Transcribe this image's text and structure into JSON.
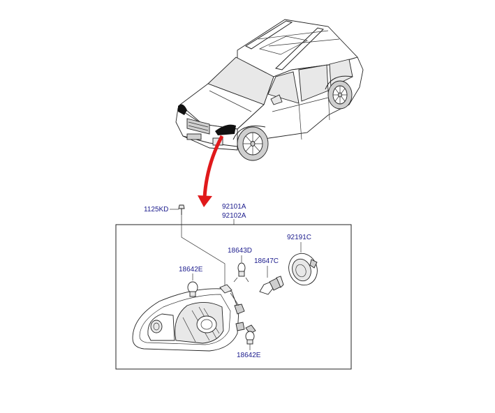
{
  "labels": {
    "bolt": "1125KD",
    "assembly_lh": "92101A",
    "assembly_rh": "92102A",
    "cap": "92191C",
    "bulb_position": "18643D",
    "bulb_main": "18647C",
    "bulb_signal_upper": "18642E",
    "bulb_signal_lower": "18642E"
  },
  "colors": {
    "arrow": "#e0191b",
    "label_text": "#1a1a8c",
    "line": "#222222",
    "highlight": "#111111"
  }
}
